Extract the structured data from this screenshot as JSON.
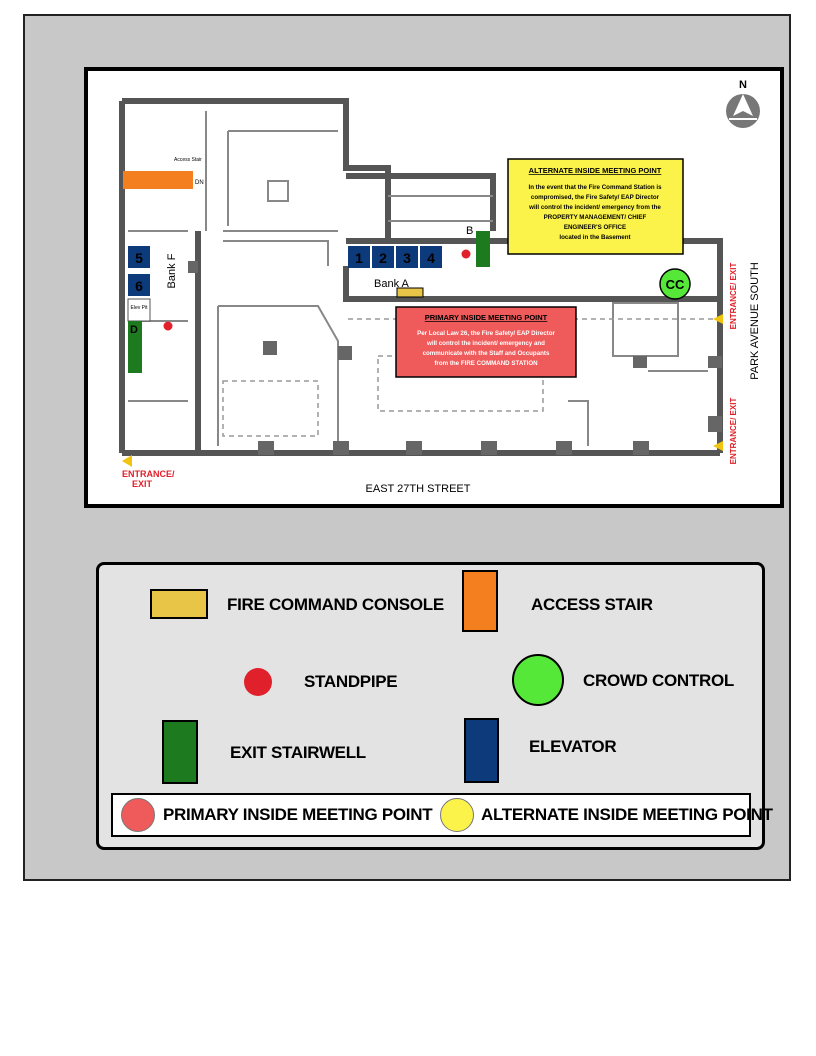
{
  "map": {
    "north_label": "N",
    "street_bottom": "EAST 27TH STREET",
    "street_right": "PARK AVENUE SOUTH",
    "entrance_exit": "ENTRANCE/ EXIT",
    "entrance_line1": "ENTRANCE/",
    "entrance_line2": "EXIT",
    "bank_a": "Bank A",
    "bank_f": "Bank F",
    "cc": "CC",
    "stair_b": "B",
    "stair_d": "D",
    "dn_label": "DN",
    "access_stair_label": "Access Stair",
    "elevators": [
      "1",
      "2",
      "3",
      "4",
      "5",
      "6"
    ],
    "elev_pit": "Elev Pit",
    "alternate_box": {
      "title": "ALTERNATE INSIDE MEETING POINT",
      "lines": [
        "In the event that the Fire Command Station is",
        "compromised, the Fire Safety/ EAP Director",
        "will control the incident/ emergency from the",
        "PROPERTY MANAGEMENT/ CHIEF",
        "ENGINEER'S OFFICE",
        "located in the Basement"
      ]
    },
    "primary_box": {
      "title": "PRIMARY INSIDE MEETING POINT",
      "lines": [
        "Per Local Law 26, the Fire Safety/ EAP Director",
        "will control the incident/ emergency and",
        "communicate with the Staff and Occupants",
        "from the FIRE COMMAND STATION"
      ]
    }
  },
  "legend": {
    "fire_command_console": "FIRE COMMAND CONSOLE",
    "access_stair": "ACCESS STAIR",
    "standpipe": "STANDPIPE",
    "crowd_control": "CROWD CONTROL",
    "exit_stairwell": "EXIT STAIRWELL",
    "elevator": "ELEVATOR",
    "primary_meeting": "PRIMARY INSIDE MEETING POINT",
    "alternate_meeting": "ALTERNATE INSIDE MEETING POINT"
  },
  "colors": {
    "fire_command_console": "#e8c547",
    "access_stair": "#f47f1f",
    "standpipe": "#e0202a",
    "crowd_control": "#55e838",
    "exit_stairwell": "#1e7a1e",
    "elevator": "#0d3a7a",
    "primary_meeting": "#ef5a5a",
    "alternate_meeting": "#fbf34a"
  }
}
